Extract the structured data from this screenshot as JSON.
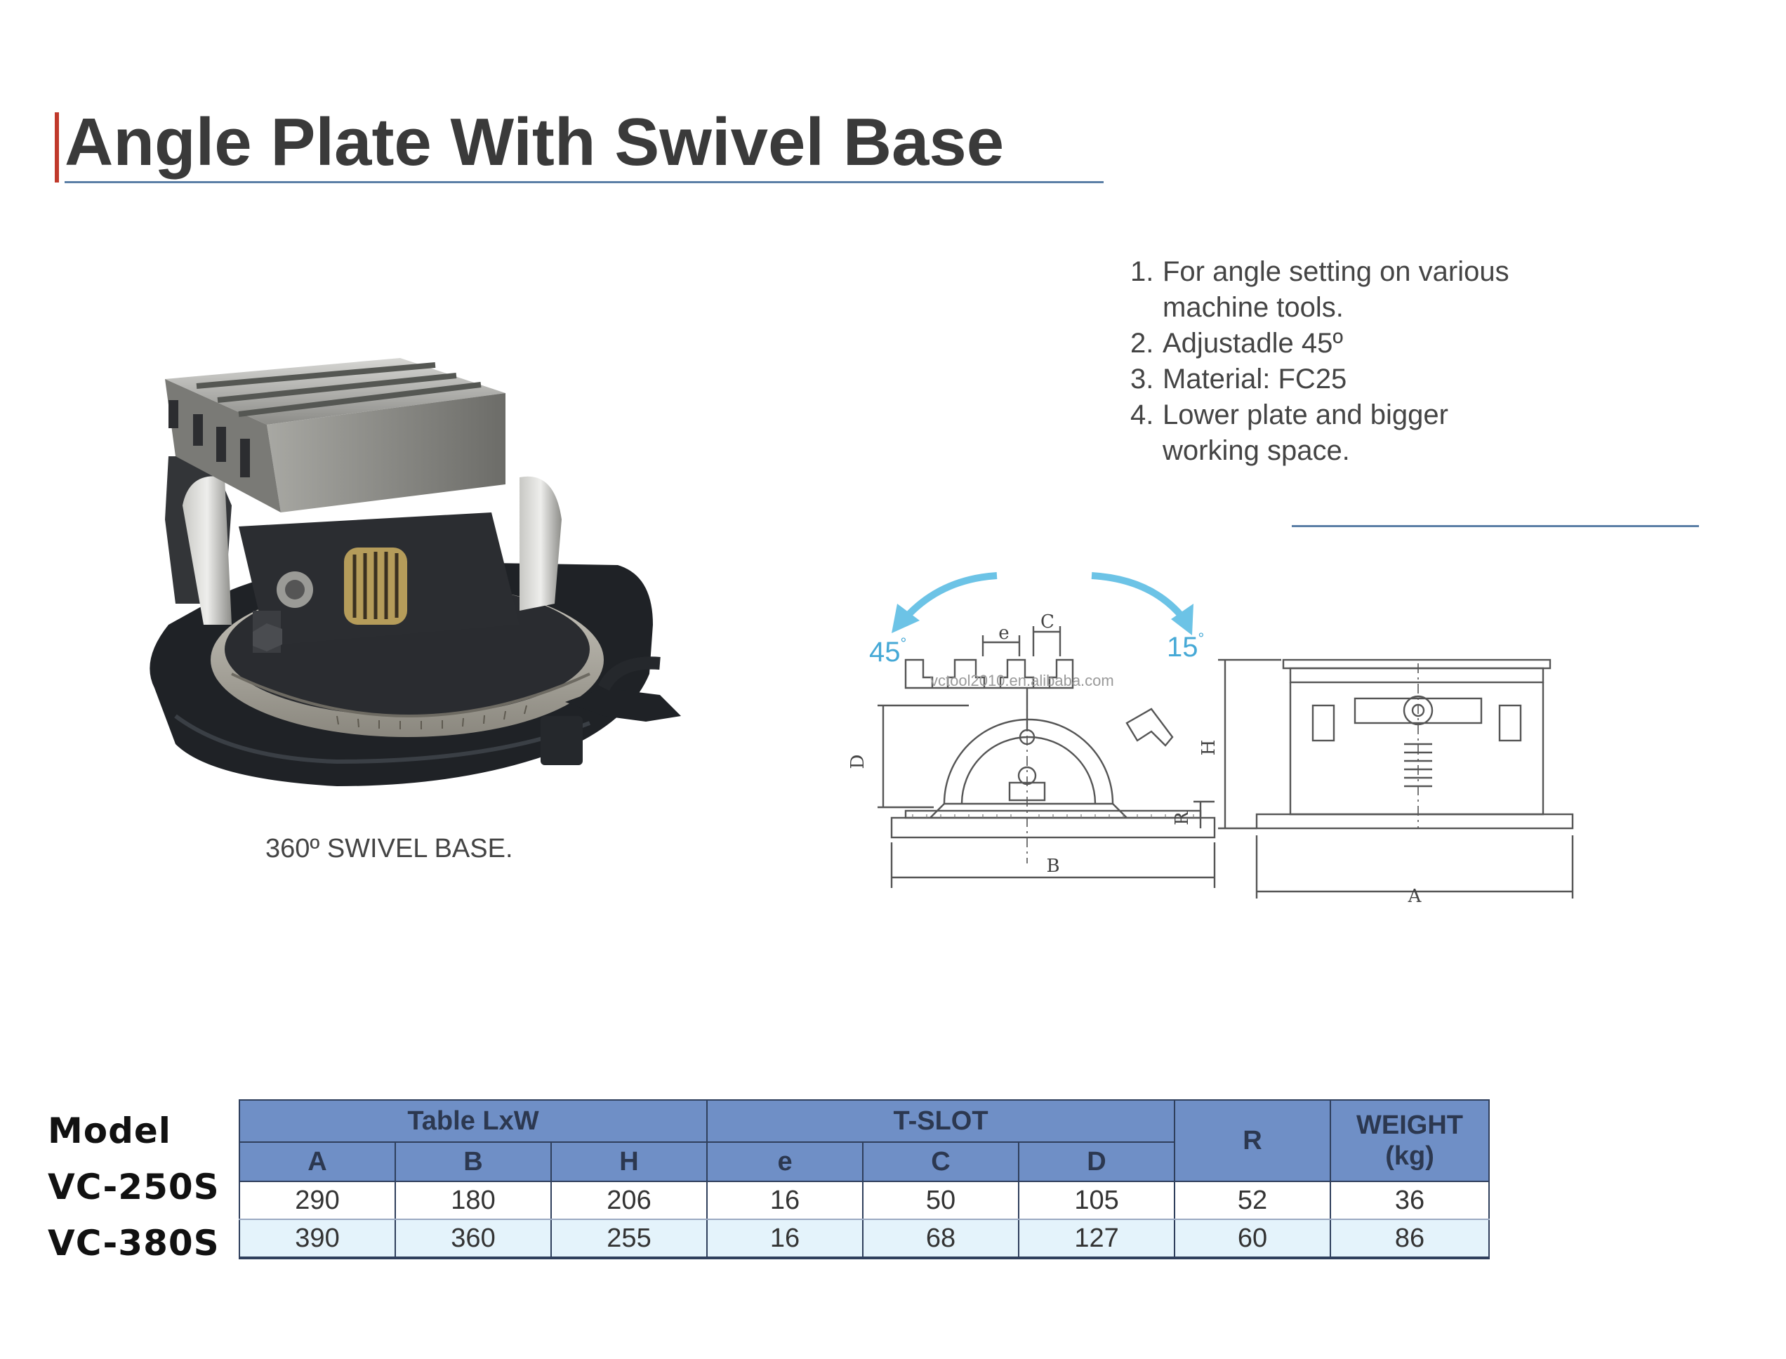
{
  "title": "Angle Plate With Swivel Base",
  "features": [
    {
      "num": "1.",
      "lines": [
        "For angle setting on various",
        "machine tools."
      ]
    },
    {
      "num": "2.",
      "lines": [
        "Adjustadle 45º"
      ]
    },
    {
      "num": "3.",
      "lines": [
        "Material: FC25"
      ]
    },
    {
      "num": "4.",
      "lines": [
        "Lower plate and bigger",
        "working space."
      ]
    }
  ],
  "photo_caption": "360º SWIVEL BASE.",
  "diagram": {
    "angle_left": "45",
    "angle_right": "15",
    "degree_mark": "°",
    "watermark": "vctool2010.en.alibaba.com",
    "dim_labels": {
      "e": "e",
      "C": "C",
      "D": "D",
      "B": "B",
      "H": "H",
      "R": "R",
      "A": "A"
    },
    "arrow_color": "#6cc3e6"
  },
  "table": {
    "model_label": "Model",
    "groups": [
      "Table LxW",
      "T-SLOT",
      "R",
      "WEIGHT (kg)"
    ],
    "columns": [
      "A",
      "B",
      "H",
      "e",
      "C",
      "D"
    ],
    "rows": [
      {
        "model": "VC-250S",
        "values": [
          "290",
          "180",
          "206",
          "16",
          "50",
          "105",
          "52",
          "36"
        ]
      },
      {
        "model": "VC-380S",
        "values": [
          "390",
          "360",
          "255",
          "16",
          "68",
          "127",
          "60",
          "86"
        ]
      }
    ],
    "colors": {
      "header_bg": "#6f8fc6",
      "row_alt_bg": "#e4f3fb"
    }
  }
}
